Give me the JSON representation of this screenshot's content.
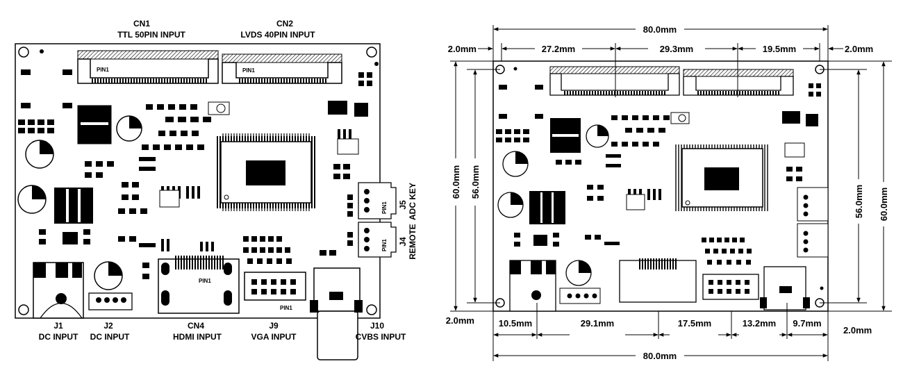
{
  "left_board": {
    "cn1": {
      "ref": "CN1",
      "title": "TTL 50PIN  INPUT"
    },
    "cn2": {
      "ref": "CN2",
      "title": "LVDS 40PIN INPUT"
    },
    "j5": {
      "ref": "J5",
      "title": "ADC KEY"
    },
    "j4": {
      "ref": "J4",
      "title": "REMOTE"
    },
    "j1": {
      "ref": "J1",
      "title": "DC INPUT"
    },
    "j2": {
      "ref": "J2",
      "title": "DC INPUT"
    },
    "cn4": {
      "ref": "CN4",
      "title": "HDMI INPUT"
    },
    "j9": {
      "ref": "J9",
      "title": "VGA INPUT"
    },
    "j10": {
      "ref": "J10",
      "title": "CVBS INPUT"
    },
    "pin1": "PIN1"
  },
  "right_board": {
    "top": {
      "total": "80.0mm",
      "left_margin": "2.0mm",
      "right_margin": "2.0mm",
      "seg1": "27.2mm",
      "seg2": "29.3mm",
      "seg3": "19.5mm"
    },
    "left": {
      "outer": "60.0mm",
      "inner": "56.0mm",
      "bottom_margin": "2.0mm"
    },
    "right": {
      "inner": "56.0mm",
      "outer": "60.0mm",
      "bottom_margin": "2.0mm"
    },
    "bottom": {
      "seg1": "10.5mm",
      "seg2": "29.1mm",
      "seg3": "17.5mm",
      "seg4": "13.2mm",
      "seg5": "9.7mm",
      "total": "80.0mm"
    }
  }
}
